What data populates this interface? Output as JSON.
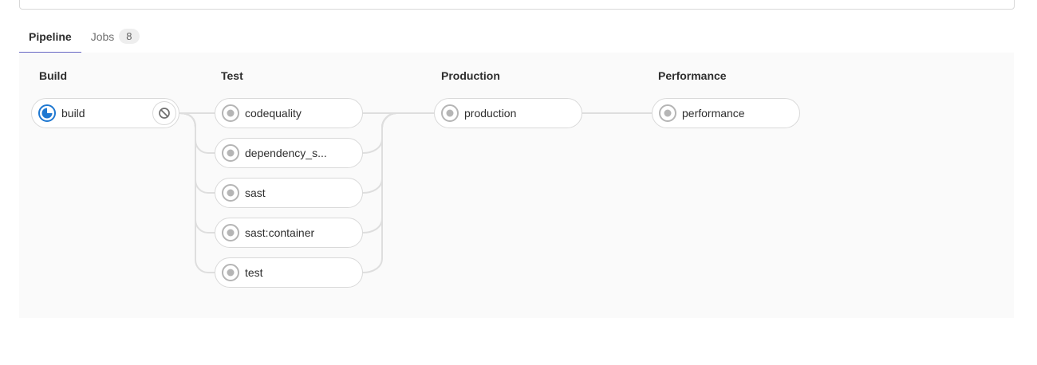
{
  "tabs": {
    "pipeline_label": "Pipeline",
    "jobs_label": "Jobs",
    "jobs_count": "8"
  },
  "stages": [
    {
      "label": "Build",
      "jobs": [
        {
          "name": "build",
          "status": "running",
          "action": "cancel"
        }
      ]
    },
    {
      "label": "Test",
      "jobs": [
        {
          "name": "codequality",
          "status": "created"
        },
        {
          "name": "dependency_s...",
          "status": "created"
        },
        {
          "name": "sast",
          "status": "created"
        },
        {
          "name": "sast:container",
          "status": "created"
        },
        {
          "name": "test",
          "status": "created"
        }
      ]
    },
    {
      "label": "Production",
      "jobs": [
        {
          "name": "production",
          "status": "created"
        }
      ]
    },
    {
      "label": "Performance",
      "jobs": [
        {
          "name": "performance",
          "status": "created"
        }
      ]
    }
  ],
  "colors": {
    "active_tab_underline": "#6666c4",
    "running_blue": "#1f78d1",
    "created_gray": "#b5b5b5",
    "graph_background": "#fafafa",
    "connector_line": "#dedede",
    "pill_border": "#d9d9d9"
  }
}
